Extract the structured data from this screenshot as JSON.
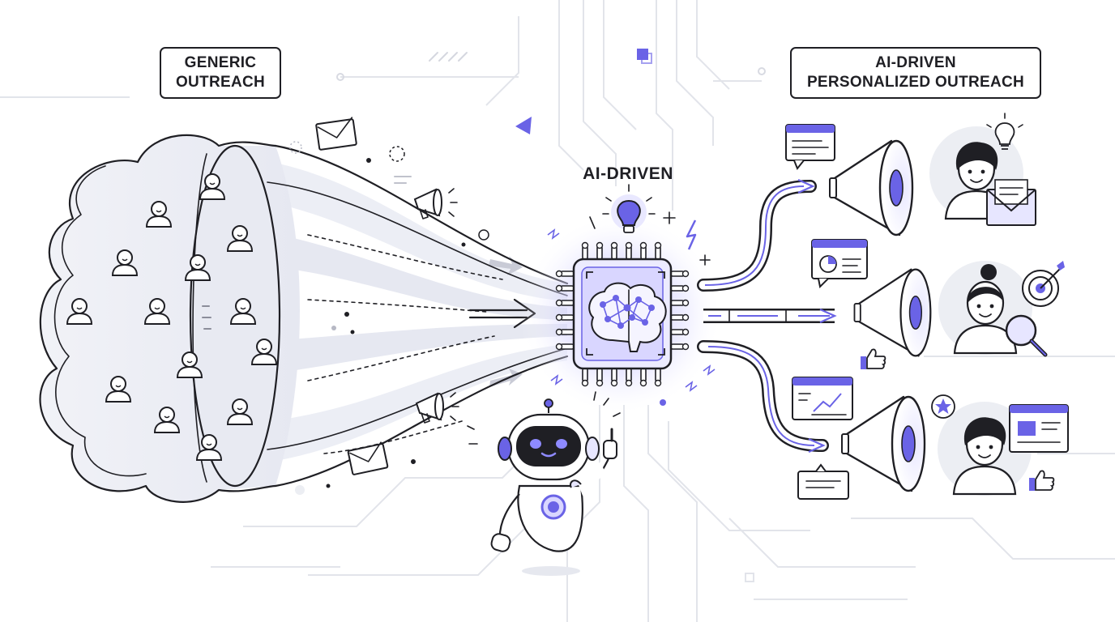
{
  "labels": {
    "generic": "GENERIC\nOUTREACH",
    "ai_center": "AI-DRIVEN",
    "personalized": "AI-DRIVEN\nPERSONALIZED OUTREACH"
  },
  "colors": {
    "accent": "#6a63e6",
    "ink": "#1f1f24",
    "light_gray": "#e2e4ea",
    "chip_glow": "#c9c6ff"
  },
  "icons": {
    "crowd": "person-icon",
    "processor": "ai-chip-icon",
    "brain": "brain-icon",
    "idea": "lightbulb-icon",
    "mascot": "robot-icon",
    "outputs": [
      "megaphone-icon",
      "megaphone-icon",
      "megaphone-icon"
    ],
    "recipients": [
      "person-avatar-icon",
      "person-avatar-icon",
      "person-avatar-icon"
    ],
    "decor": [
      "envelope-icon",
      "megaphone-icon",
      "chat-bubble-icon",
      "pie-chart-icon",
      "line-chart-icon",
      "target-icon",
      "magnifier-icon",
      "thumbs-up-icon",
      "star-icon",
      "lightbulb-icon"
    ]
  }
}
